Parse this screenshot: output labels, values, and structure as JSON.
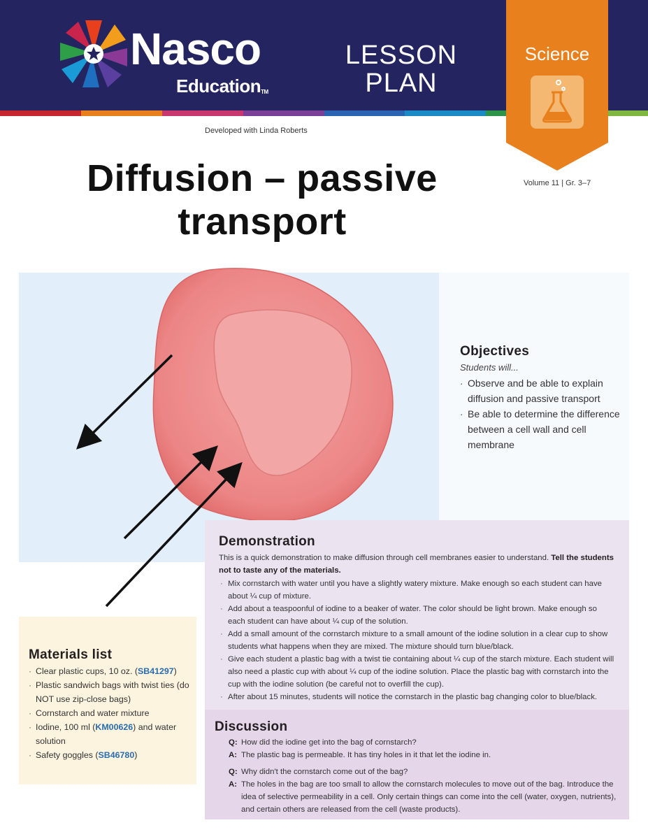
{
  "header": {
    "brand_name": "Nasco",
    "brand_sub": "Education",
    "trademark": "TM",
    "lesson_line1": "LESSON",
    "lesson_line2": "PLAN",
    "subject": "Science",
    "subject_icon": "flask-icon",
    "colors": {
      "navy": "#232460",
      "orange": "#e8801e",
      "rainbow": [
        "#c6262e",
        "#e8801e",
        "#c8376e",
        "#7b3f98",
        "#2a64b3",
        "#1c8ac5",
        "#2e9447",
        "#7fb841"
      ]
    }
  },
  "developed_by": "Developed with Linda Roberts",
  "volume": "Volume 11 | Gr. 3–7",
  "title_line1": "Diffusion – passive",
  "title_line2": "transport",
  "illustration": {
    "description_icon": "cell-diagram-icon",
    "colors": {
      "cell": "#ec8585",
      "background": "#e2eef9"
    }
  },
  "objectives": {
    "heading": "Objectives",
    "intro": "Students will...",
    "items": [
      "Observe and be able to explain diffusion and passive transport",
      "Be able to determine the difference between a cell wall and cell membrane"
    ]
  },
  "demonstration": {
    "heading": "Demonstration",
    "intro": "This is a quick demonstration to make diffusion through cell membranes easier to understand.",
    "intro_bold": "Tell the students not to taste any of the materials.",
    "items": [
      "Mix cornstarch with water until you have a slightly watery mixture. Make enough so each student can have about ¼ cup of mixture.",
      "Add about a teaspoonful of iodine to a beaker of water. The color should be light brown. Make enough so each student can have about ¼ cup of the solution.",
      "Add a small amount of the cornstarch mixture to a small amount of the iodine solution in a clear cup to show students what happens when they are mixed. The mixture should turn blue/black.",
      "Give each student a plastic bag with a twist tie containing about ¼ cup of the starch mixture. Each student will also need a plastic cup with about ¼ cup of the iodine solution. Place the plastic bag with cornstarch into the cup with the iodine solution (be careful not to overfill the cup).",
      "After about 15 minutes, students will notice the cornstarch in the plastic bag changing color to blue/black."
    ]
  },
  "discussion": {
    "heading": "Discussion",
    "q_label": "Q:",
    "a_label": "A:",
    "q1": "How did the iodine get into the bag of cornstarch?",
    "a1": "The plastic bag is permeable. It has tiny holes in it that let the iodine in.",
    "q2": "Why didn't the cornstarch come out of the bag?",
    "a2": "The holes in the bag are too small to allow the cornstarch molecules to move out of the bag. Introduce the idea of selective permeability in a cell. Only certain things can come into the cell (water, oxygen, nutrients), and certain others are released from the cell (waste products)."
  },
  "materials": {
    "heading": "Materials list",
    "item1_text": "Clear plastic cups, 10 oz. (",
    "item1_code": "SB41297",
    "item1_end": ")",
    "item2": "Plastic sandwich bags with twist ties (do NOT use zip-close bags)",
    "item3": "Cornstarch and water mixture",
    "item4_text": "Iodine, 100 ml (",
    "item4_code": "KM00626",
    "item4_end": ") and water solution",
    "item5_text": "Safety goggles (",
    "item5_code": "SB46780",
    "item5_end": ")"
  }
}
